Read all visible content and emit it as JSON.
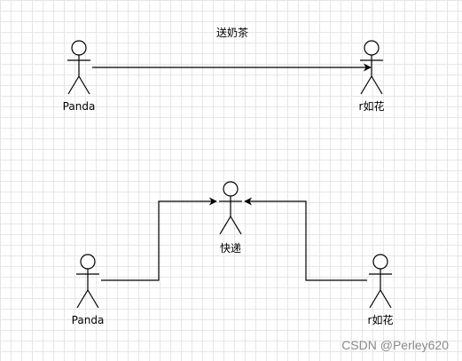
{
  "diagram": {
    "top": {
      "left_actor_label": "Panda",
      "right_actor_label": "r如花",
      "message_label": "送奶茶"
    },
    "bottom": {
      "left_actor_label": "Panda",
      "center_actor_label": "快递",
      "right_actor_label": "r如花"
    }
  },
  "watermark": "CSDN @Perley620",
  "colors": {
    "stroke": "#000000",
    "grid": "#e6e6e6",
    "watermark": "#8a8a8a"
  }
}
